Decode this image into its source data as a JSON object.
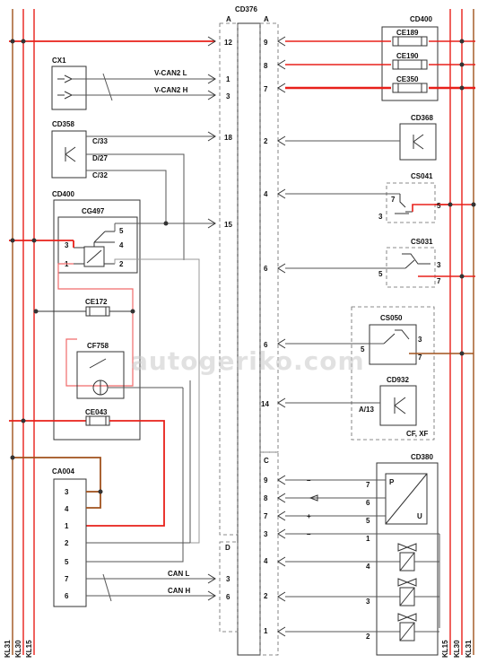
{
  "center": {
    "name": "CD376",
    "col_a_left": "A",
    "col_a_right": "A",
    "col_c": "C",
    "col_d": "D"
  },
  "rails": [
    "KL31",
    "KL30",
    "KL15"
  ],
  "left_pins": [
    "12",
    "1",
    "3",
    "18",
    "15",
    "3",
    "6"
  ],
  "right_pins": [
    "9",
    "8",
    "7",
    "2",
    "4",
    "6",
    "6",
    "14"
  ],
  "right_c_pins": [
    "9",
    "8",
    "7",
    "3",
    "4",
    "2",
    "1"
  ],
  "cx1": {
    "name": "CX1",
    "w1": "V-CAN2 L",
    "w2": "V-CAN2 H"
  },
  "cd358": {
    "name": "CD358",
    "p1": "C/33",
    "p2": "D/27",
    "p3": "C/32"
  },
  "cd400_left": {
    "name": "CD400",
    "relay": "CG497",
    "pins": [
      "5",
      "4",
      "3",
      "1",
      "2"
    ],
    "ce172": "CE172",
    "cf758": "CF758",
    "ce043": "CE043"
  },
  "ca004": {
    "name": "CA004",
    "pins": [
      "3",
      "4",
      "1",
      "2",
      "5",
      "7",
      "6"
    ]
  },
  "can": {
    "l": "CAN L",
    "h": "CAN H"
  },
  "cd400_right": {
    "name": "CD400",
    "fuses": [
      "CE189",
      "CE190",
      "CE350"
    ]
  },
  "cd368": {
    "name": "CD368"
  },
  "cs041": {
    "name": "CS041",
    "pins": [
      "7",
      "3",
      "5"
    ]
  },
  "cs031": {
    "name": "CS031",
    "pins": [
      "3",
      "5",
      "7"
    ]
  },
  "cs050": {
    "name": "CS050",
    "pins": [
      "5",
      "3",
      "7"
    ]
  },
  "cd932": {
    "name": "CD932",
    "pin": "A/13"
  },
  "cf_xf": "CF, XF",
  "cd380": {
    "name": "CD380",
    "pins": [
      "7",
      "6",
      "5",
      "1",
      "4",
      "3",
      "2"
    ],
    "p": "P",
    "u": "U",
    "minus": "–",
    "plus": "+"
  },
  "watermark": "autogeriko.com",
  "colors": {
    "red": "#e8201a",
    "pink": "#f06a6a",
    "brown": "#a0521d",
    "wire": "#555555"
  }
}
